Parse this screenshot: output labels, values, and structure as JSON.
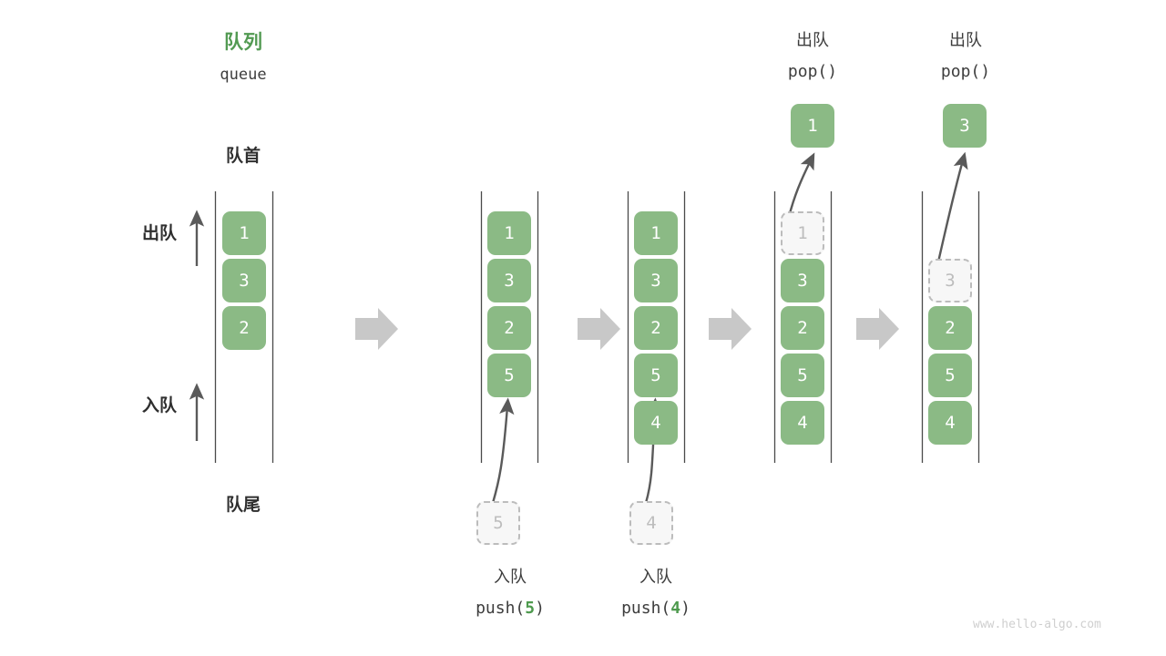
{
  "diagram": {
    "title_cn": "队列",
    "title_en": "queue",
    "front_label": "队首",
    "rear_label": "队尾",
    "dequeue_label": "出队",
    "enqueue_label": "入队",
    "watermark": "www.hello-algo.com",
    "accent_green": "#8bba85",
    "title_green": "#529a52",
    "ghost_gray": "#bdbdbd",
    "arrow_gray": "#5a5a5a",
    "step_arrow_gray": "#c8c8c8"
  },
  "chart_data": {
    "type": "diagram",
    "title": "队列 queue",
    "description": "Queue push/pop operation sequence shown as five successive states",
    "columns": [
      {
        "id": "state-0",
        "caption_cn": "",
        "caption_code": "",
        "items": [
          "1",
          "3",
          "2"
        ],
        "ghost_index": -1,
        "ghost_value": "",
        "incoming_value": "",
        "popped_value": ""
      },
      {
        "id": "state-1",
        "caption_cn": "入队",
        "caption_code_prefix": "push(",
        "caption_code_num": "5",
        "caption_code_suffix": ")",
        "items": [
          "1",
          "3",
          "2",
          "5"
        ],
        "ghost_index": -1,
        "ghost_value": "",
        "incoming_value": "5",
        "popped_value": ""
      },
      {
        "id": "state-2",
        "caption_cn": "入队",
        "caption_code_prefix": "push(",
        "caption_code_num": "4",
        "caption_code_suffix": ")",
        "items": [
          "1",
          "3",
          "2",
          "5",
          "4"
        ],
        "ghost_index": -1,
        "ghost_value": "",
        "incoming_value": "4",
        "popped_value": ""
      },
      {
        "id": "state-3",
        "caption_cn": "出队",
        "caption_code_prefix": "pop(",
        "caption_code_num": "",
        "caption_code_suffix": ")",
        "items": [
          "1",
          "3",
          "2",
          "5",
          "4"
        ],
        "ghost_index": 0,
        "ghost_value": "1",
        "incoming_value": "",
        "popped_value": "1"
      },
      {
        "id": "state-4",
        "caption_cn": "出队",
        "caption_code_prefix": "pop(",
        "caption_code_num": "",
        "caption_code_suffix": ")",
        "items": [
          "3",
          "2",
          "5",
          "4"
        ],
        "ghost_index": 1,
        "ghost_value": "3",
        "incoming_value": "",
        "popped_value": "3"
      }
    ],
    "step_arrow_count": 4
  }
}
